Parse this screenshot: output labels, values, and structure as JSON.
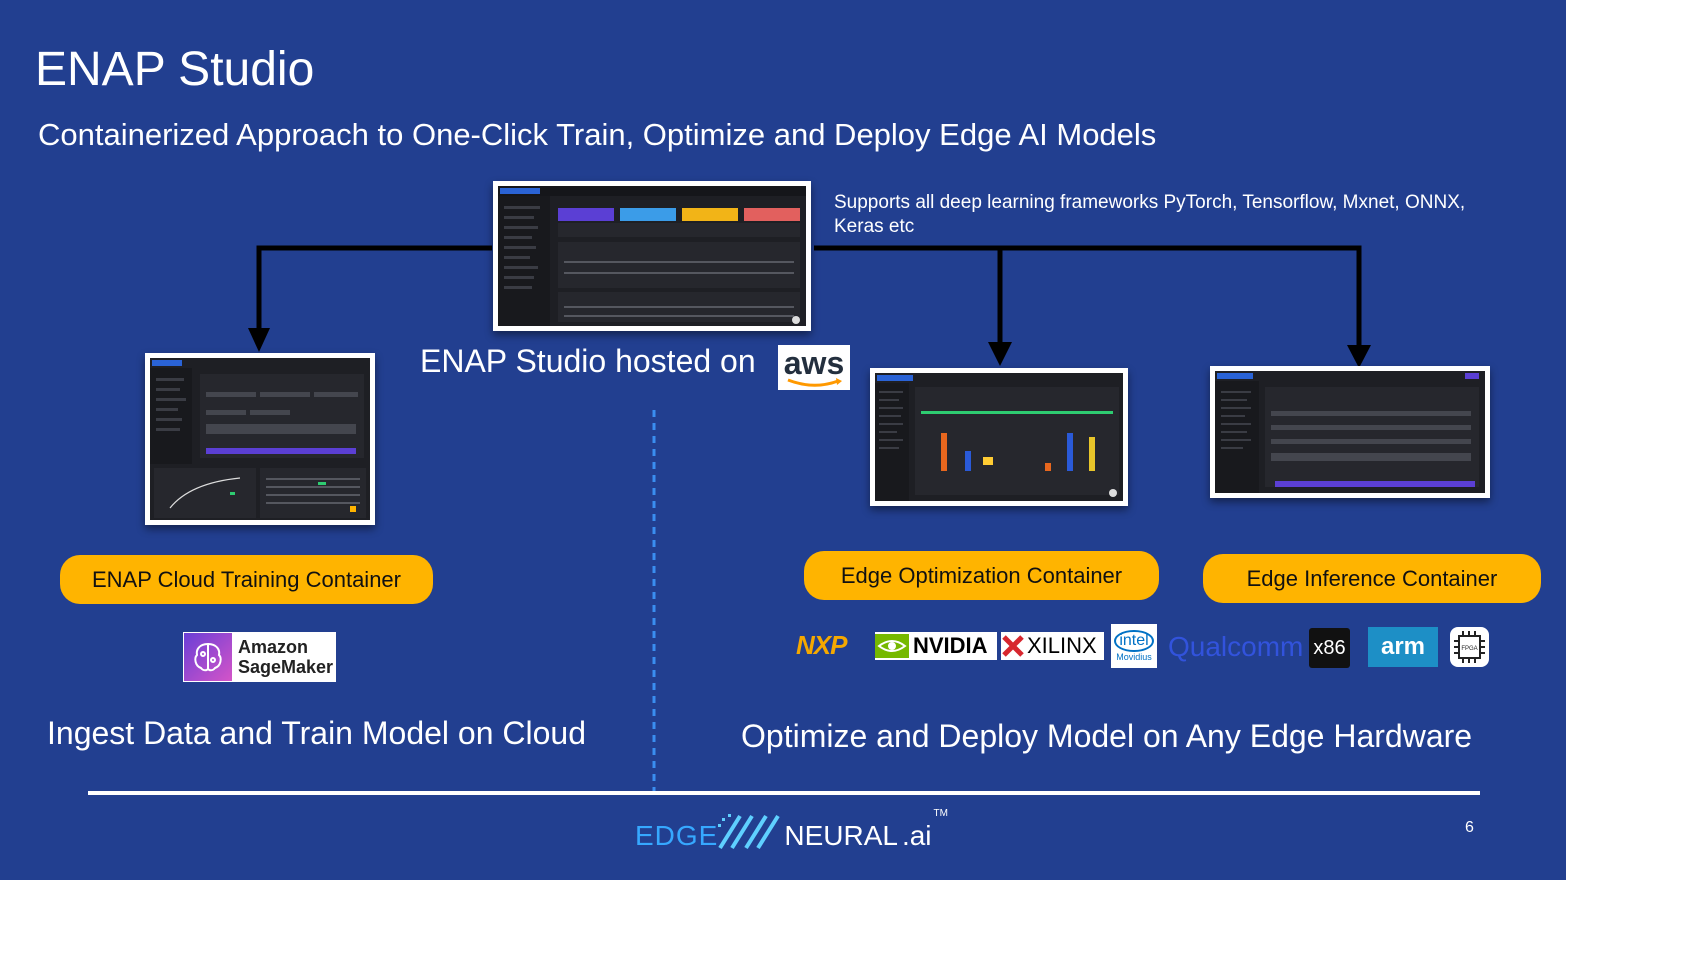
{
  "slide": {
    "title": "ENAP Studio",
    "subtitle": "Containerized Approach to One-Click Train, Optimize and Deploy Edge AI Models",
    "frameworks_note": "Supports all deep learning frameworks PyTorch, Tensorflow, Mxnet, ONNX, Keras etc",
    "hosted_label": "ENAP Studio hosted on",
    "aws_logo": "aws",
    "page_number": "6"
  },
  "containers": {
    "cloud_training": "ENAP Cloud Training Container",
    "edge_optimization": "Edge Optimization Container",
    "edge_inference": "Edge Inference Container"
  },
  "sagemaker": {
    "line1": "Amazon",
    "line2": "SageMaker"
  },
  "captions": {
    "left": "Ingest Data and Train Model on Cloud",
    "right": "Optimize and Deploy Model on Any Edge Hardware"
  },
  "hardware_logos": {
    "nxp": "NXP",
    "nvidia": "NVIDIA",
    "xilinx": "XILINX",
    "intel": "intel",
    "movidius": "Movidius",
    "qualcomm": "Qualcomm",
    "x86": "x86",
    "arm": "arm",
    "fpga": "FPGA"
  },
  "footer_logo": {
    "edge": "EDGE",
    "neural": "NEURAL",
    "ai": ".ai",
    "tm": "TM"
  },
  "colors": {
    "background": "#223f90",
    "accent_yellow": "#ffb400",
    "divider_blue": "#3a8ef0"
  },
  "icons": [
    "arrow-down-icon",
    "sagemaker-brain-icon",
    "nvidia-eye-icon",
    "xilinx-x-icon",
    "fpga-chip-icon"
  ]
}
